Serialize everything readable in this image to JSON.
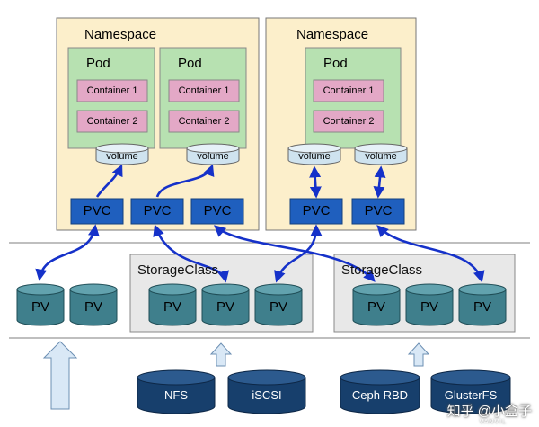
{
  "namespaces": [
    {
      "label": "Namespace",
      "pods": [
        {
          "label": "Pod",
          "containers": [
            "Container 1",
            "Container 2"
          ],
          "volume": "volume"
        },
        {
          "label": "Pod",
          "containers": [
            "Container 1",
            "Container 2"
          ],
          "volume": "volume"
        }
      ],
      "pvcs": [
        "PVC",
        "PVC",
        "PVC"
      ]
    },
    {
      "label": "Namespace",
      "pods": [
        {
          "label": "Pod",
          "containers": [
            "Container 1",
            "Container 2"
          ],
          "volumes": [
            "volume",
            "volume"
          ]
        }
      ],
      "pvcs": [
        "PVC",
        "PVC"
      ]
    }
  ],
  "static_pvs": [
    "PV",
    "PV"
  ],
  "storage_classes": [
    {
      "label": "StorageClass",
      "pvs": [
        "PV",
        "PV",
        "PV"
      ]
    },
    {
      "label": "StorageClass",
      "pvs": [
        "PV",
        "PV",
        "PV"
      ]
    }
  ],
  "storage_backends": [
    "NFS",
    "iSCSI",
    "Ceph RBD",
    "GlusterFS"
  ],
  "watermark": {
    "text": "知乎 @小盒子",
    "sub": "VANVIL"
  },
  "colors": {
    "namespace_fill": "#fcefcb",
    "pod_fill": "#b7e1b1",
    "container_fill": "#e3a8c6",
    "volume_fill": "#cfe3ef",
    "pvc_fill": "#1f5fbe",
    "pv_fill": "#3f7f8c",
    "storageclass_fill": "#e8e8e8",
    "backend_fill": "#173f6c",
    "arrow": "#1531c9",
    "up_arrow_fill": "#d9e8f6"
  }
}
